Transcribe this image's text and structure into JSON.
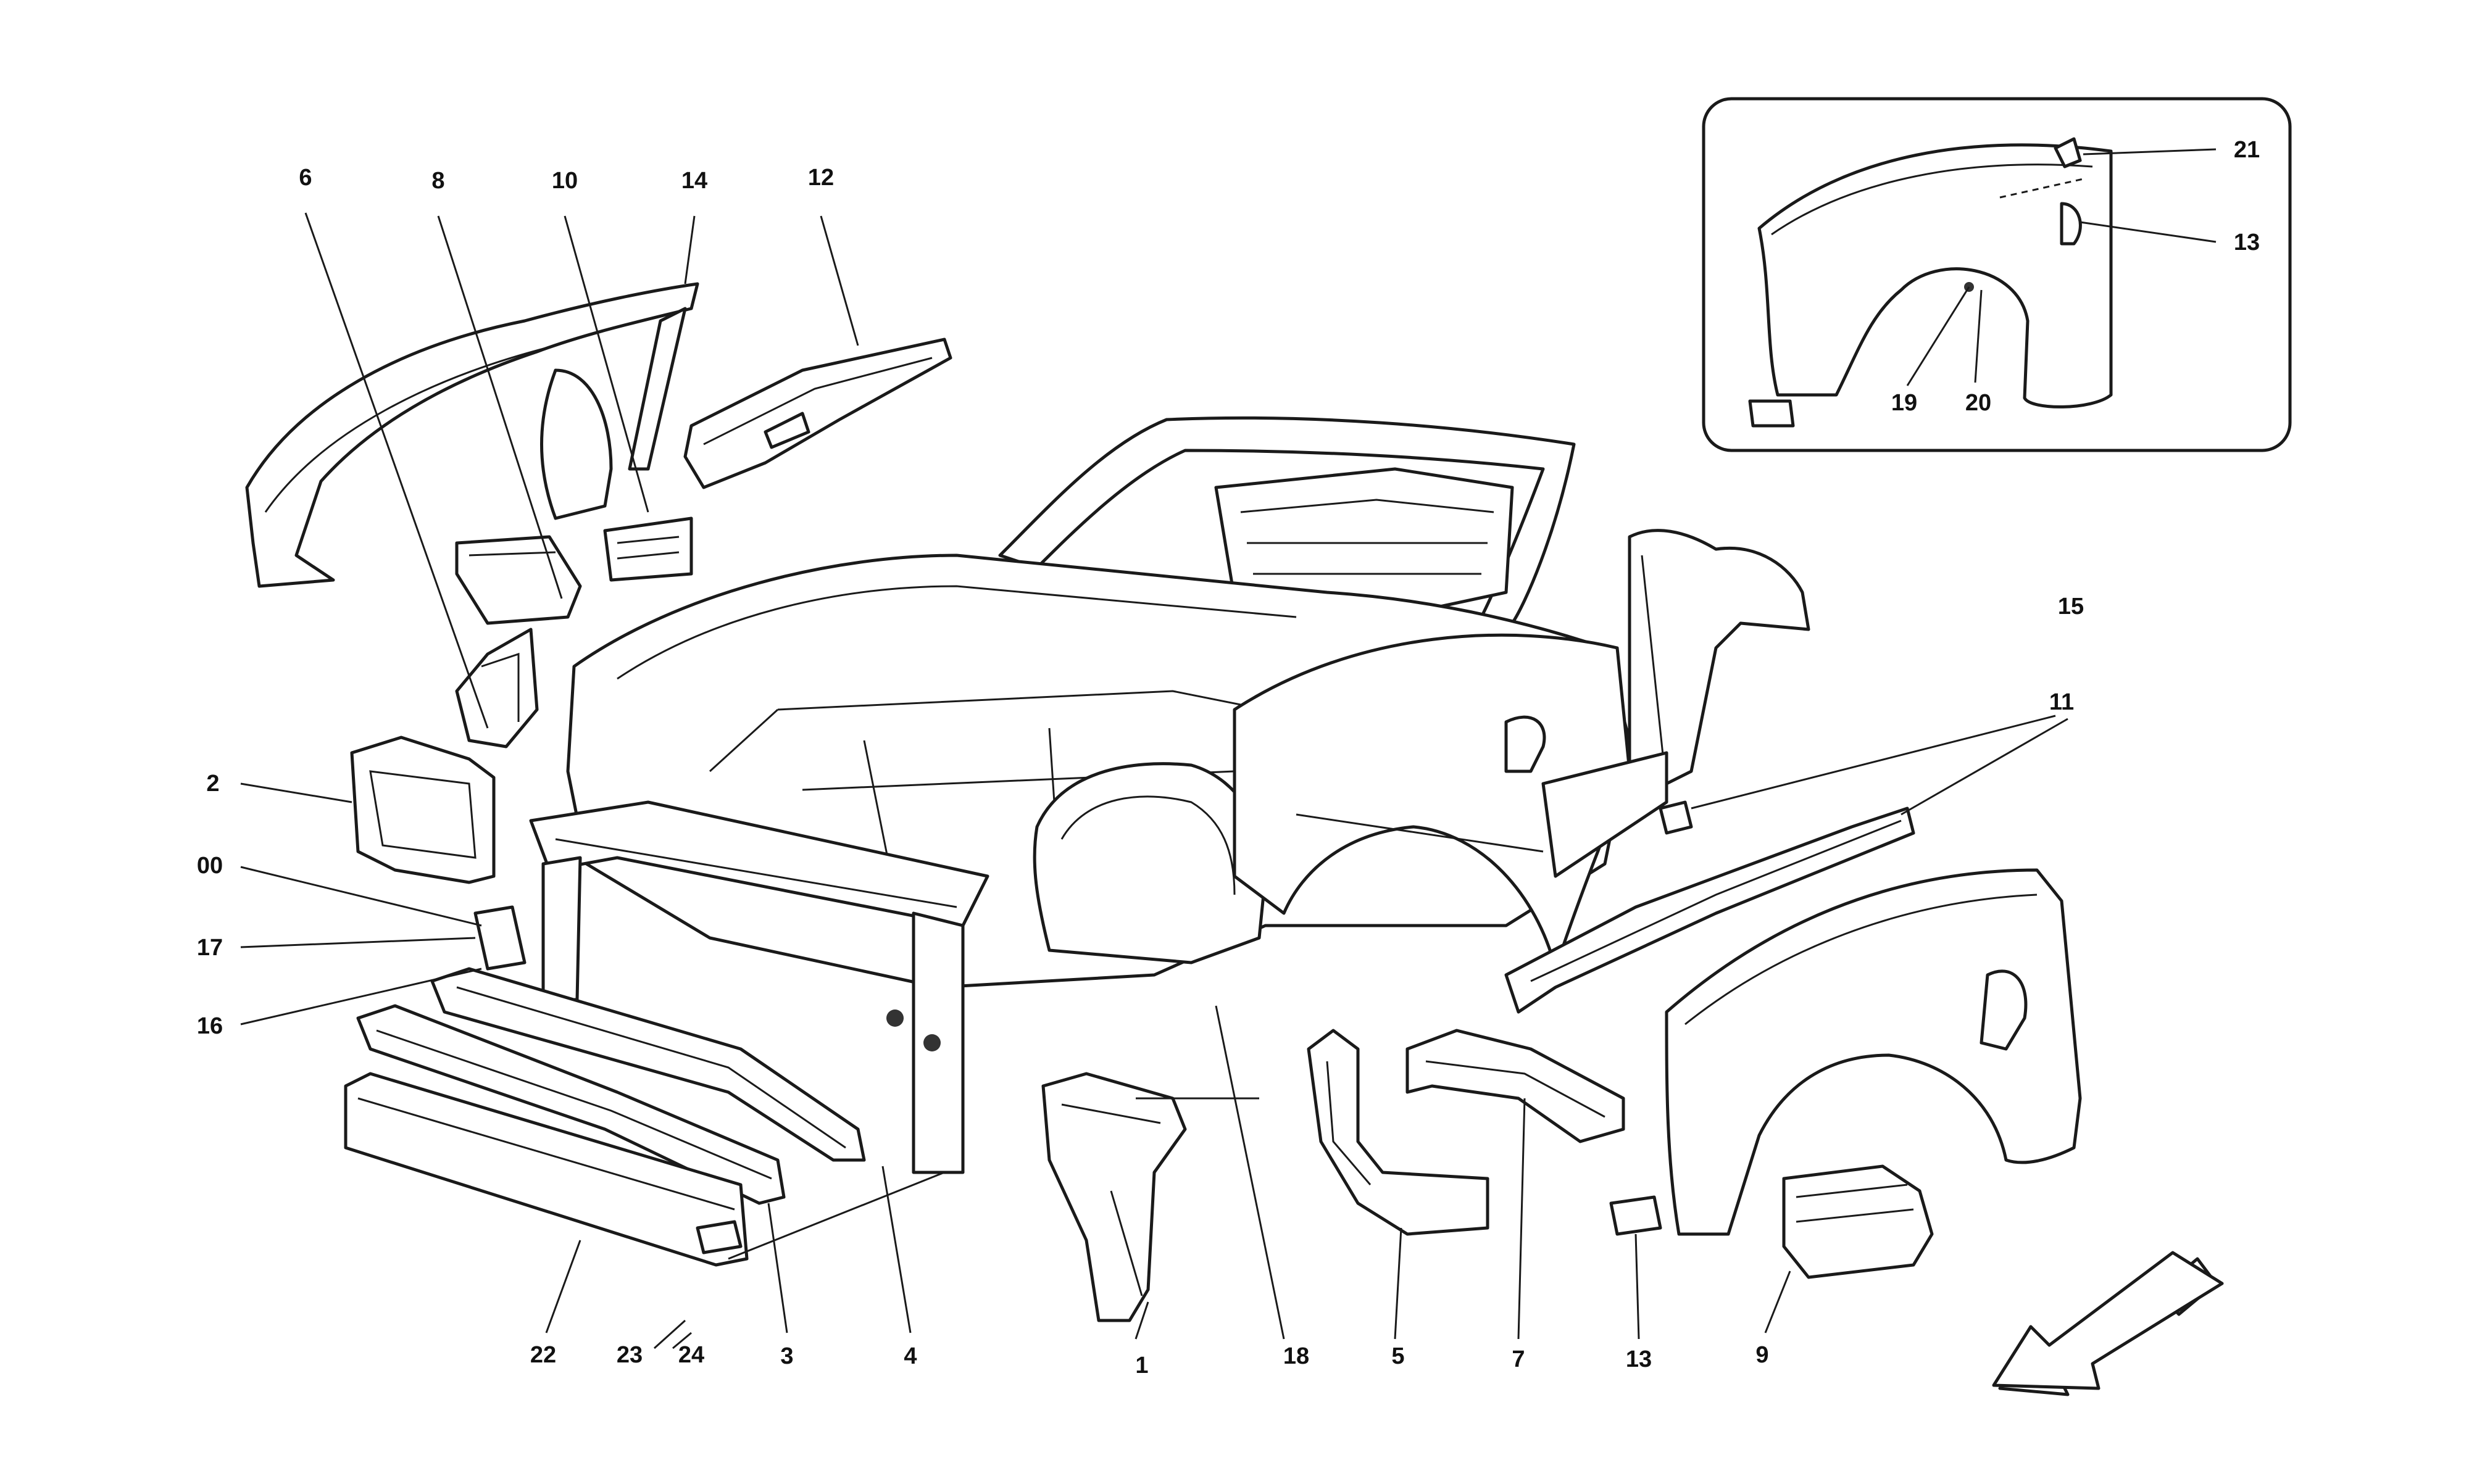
{
  "diagram": {
    "callouts": [
      {
        "id": "c6",
        "label": "6"
      },
      {
        "id": "c8",
        "label": "8"
      },
      {
        "id": "c10",
        "label": "10"
      },
      {
        "id": "c14",
        "label": "14"
      },
      {
        "id": "c12",
        "label": "12"
      },
      {
        "id": "c2",
        "label": "2"
      },
      {
        "id": "c00",
        "label": "00"
      },
      {
        "id": "c17",
        "label": "17"
      },
      {
        "id": "c16",
        "label": "16"
      },
      {
        "id": "c22",
        "label": "22"
      },
      {
        "id": "c23",
        "label": "23"
      },
      {
        "id": "c24",
        "label": "24"
      },
      {
        "id": "c3",
        "label": "3"
      },
      {
        "id": "c4",
        "label": "4"
      },
      {
        "id": "c1",
        "label": "1"
      },
      {
        "id": "c18",
        "label": "18"
      },
      {
        "id": "c5",
        "label": "5"
      },
      {
        "id": "c7",
        "label": "7"
      },
      {
        "id": "c13b",
        "label": "13"
      },
      {
        "id": "c9",
        "label": "9"
      },
      {
        "id": "c15",
        "label": "15"
      },
      {
        "id": "c11",
        "label": "11"
      },
      {
        "id": "c21",
        "label": "21"
      },
      {
        "id": "c13a",
        "label": "13"
      },
      {
        "id": "c19",
        "label": "19"
      },
      {
        "id": "c20",
        "label": "20"
      }
    ]
  }
}
